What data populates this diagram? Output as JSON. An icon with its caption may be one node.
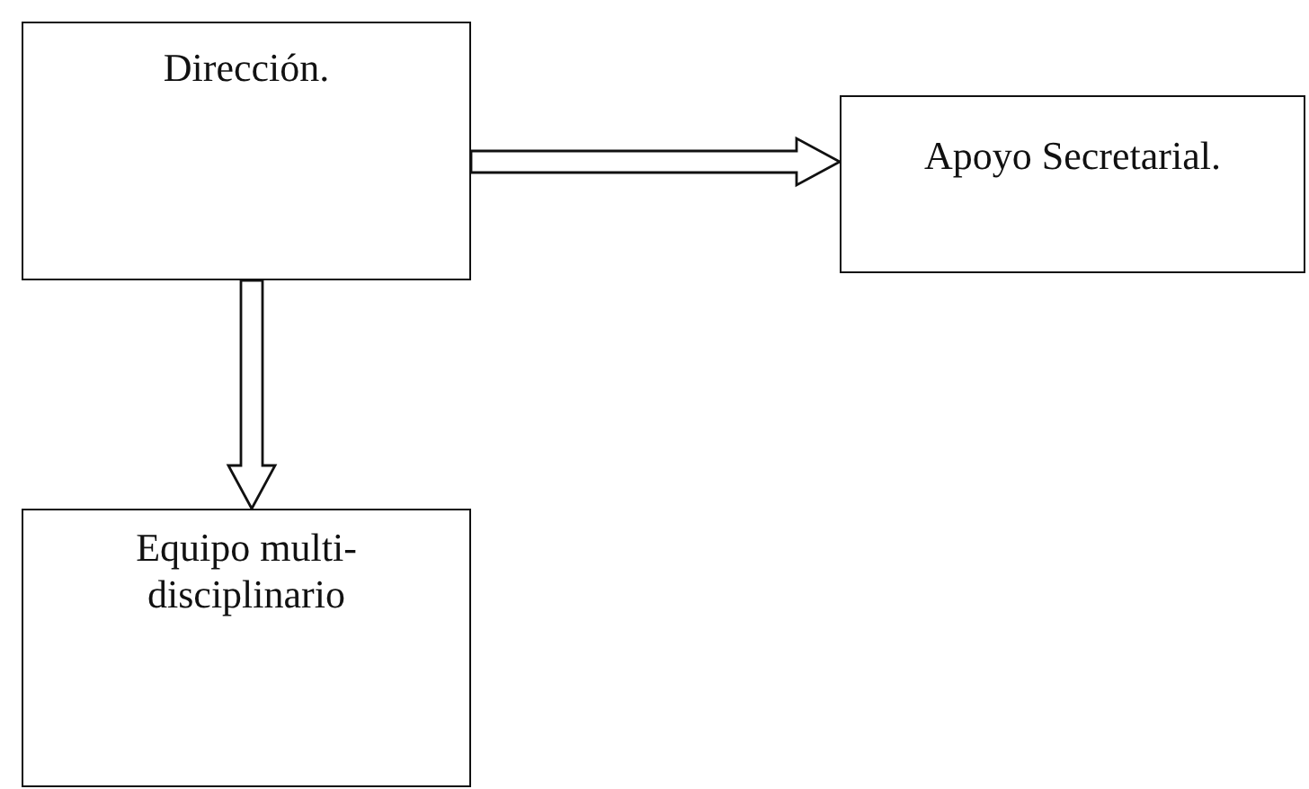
{
  "diagram": {
    "nodes": [
      {
        "text": [
          "Dirección."
        ]
      },
      {
        "text": [
          "Apoyo Secretarial."
        ]
      },
      {
        "text": [
          "Equipo multi- disciplinario"
        ]
      }
    ],
    "edges": [
      {
        "from": 0,
        "to": 1,
        "arrow": "to"
      },
      {
        "from": 0,
        "to": 2,
        "arrow": "to"
      }
    ]
  }
}
